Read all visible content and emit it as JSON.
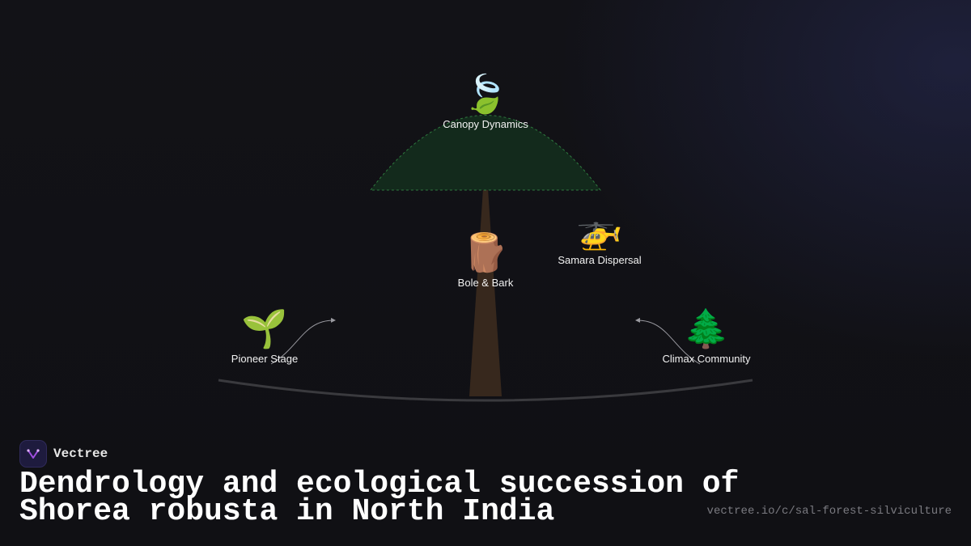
{
  "diagram": {
    "nodes": {
      "canopy": {
        "label": "Canopy Dynamics",
        "icon": "leaf-fluttering-in-wind-icon",
        "glyph": "🍃"
      },
      "bole": {
        "label": "Bole & Bark",
        "icon": "wood-log-icon",
        "glyph": "🪵"
      },
      "samara": {
        "label": "Samara Dispersal",
        "icon": "helicopter-icon",
        "glyph": "🚁"
      },
      "pioneer": {
        "label": "Pioneer Stage",
        "icon": "seedling-icon",
        "glyph": "🌱"
      },
      "climax": {
        "label": "Climax Community",
        "icon": "evergreen-tree-icon",
        "glyph": "🌲"
      }
    },
    "colors": {
      "canopy_fill": "#132a1c",
      "canopy_edge": "#2f7a3f",
      "trunk": "#3a2a1e",
      "ground": "#3a3a3e",
      "connector": "#9a9aa0"
    }
  },
  "brand": {
    "name": "Vectree",
    "logo_icon": "vectree-logo-icon",
    "accent": "#a04ee0"
  },
  "title": "Dendrology and ecological succession of Shorea robusta in North India",
  "source_url": "vectree.io/c/sal-forest-silviculture"
}
